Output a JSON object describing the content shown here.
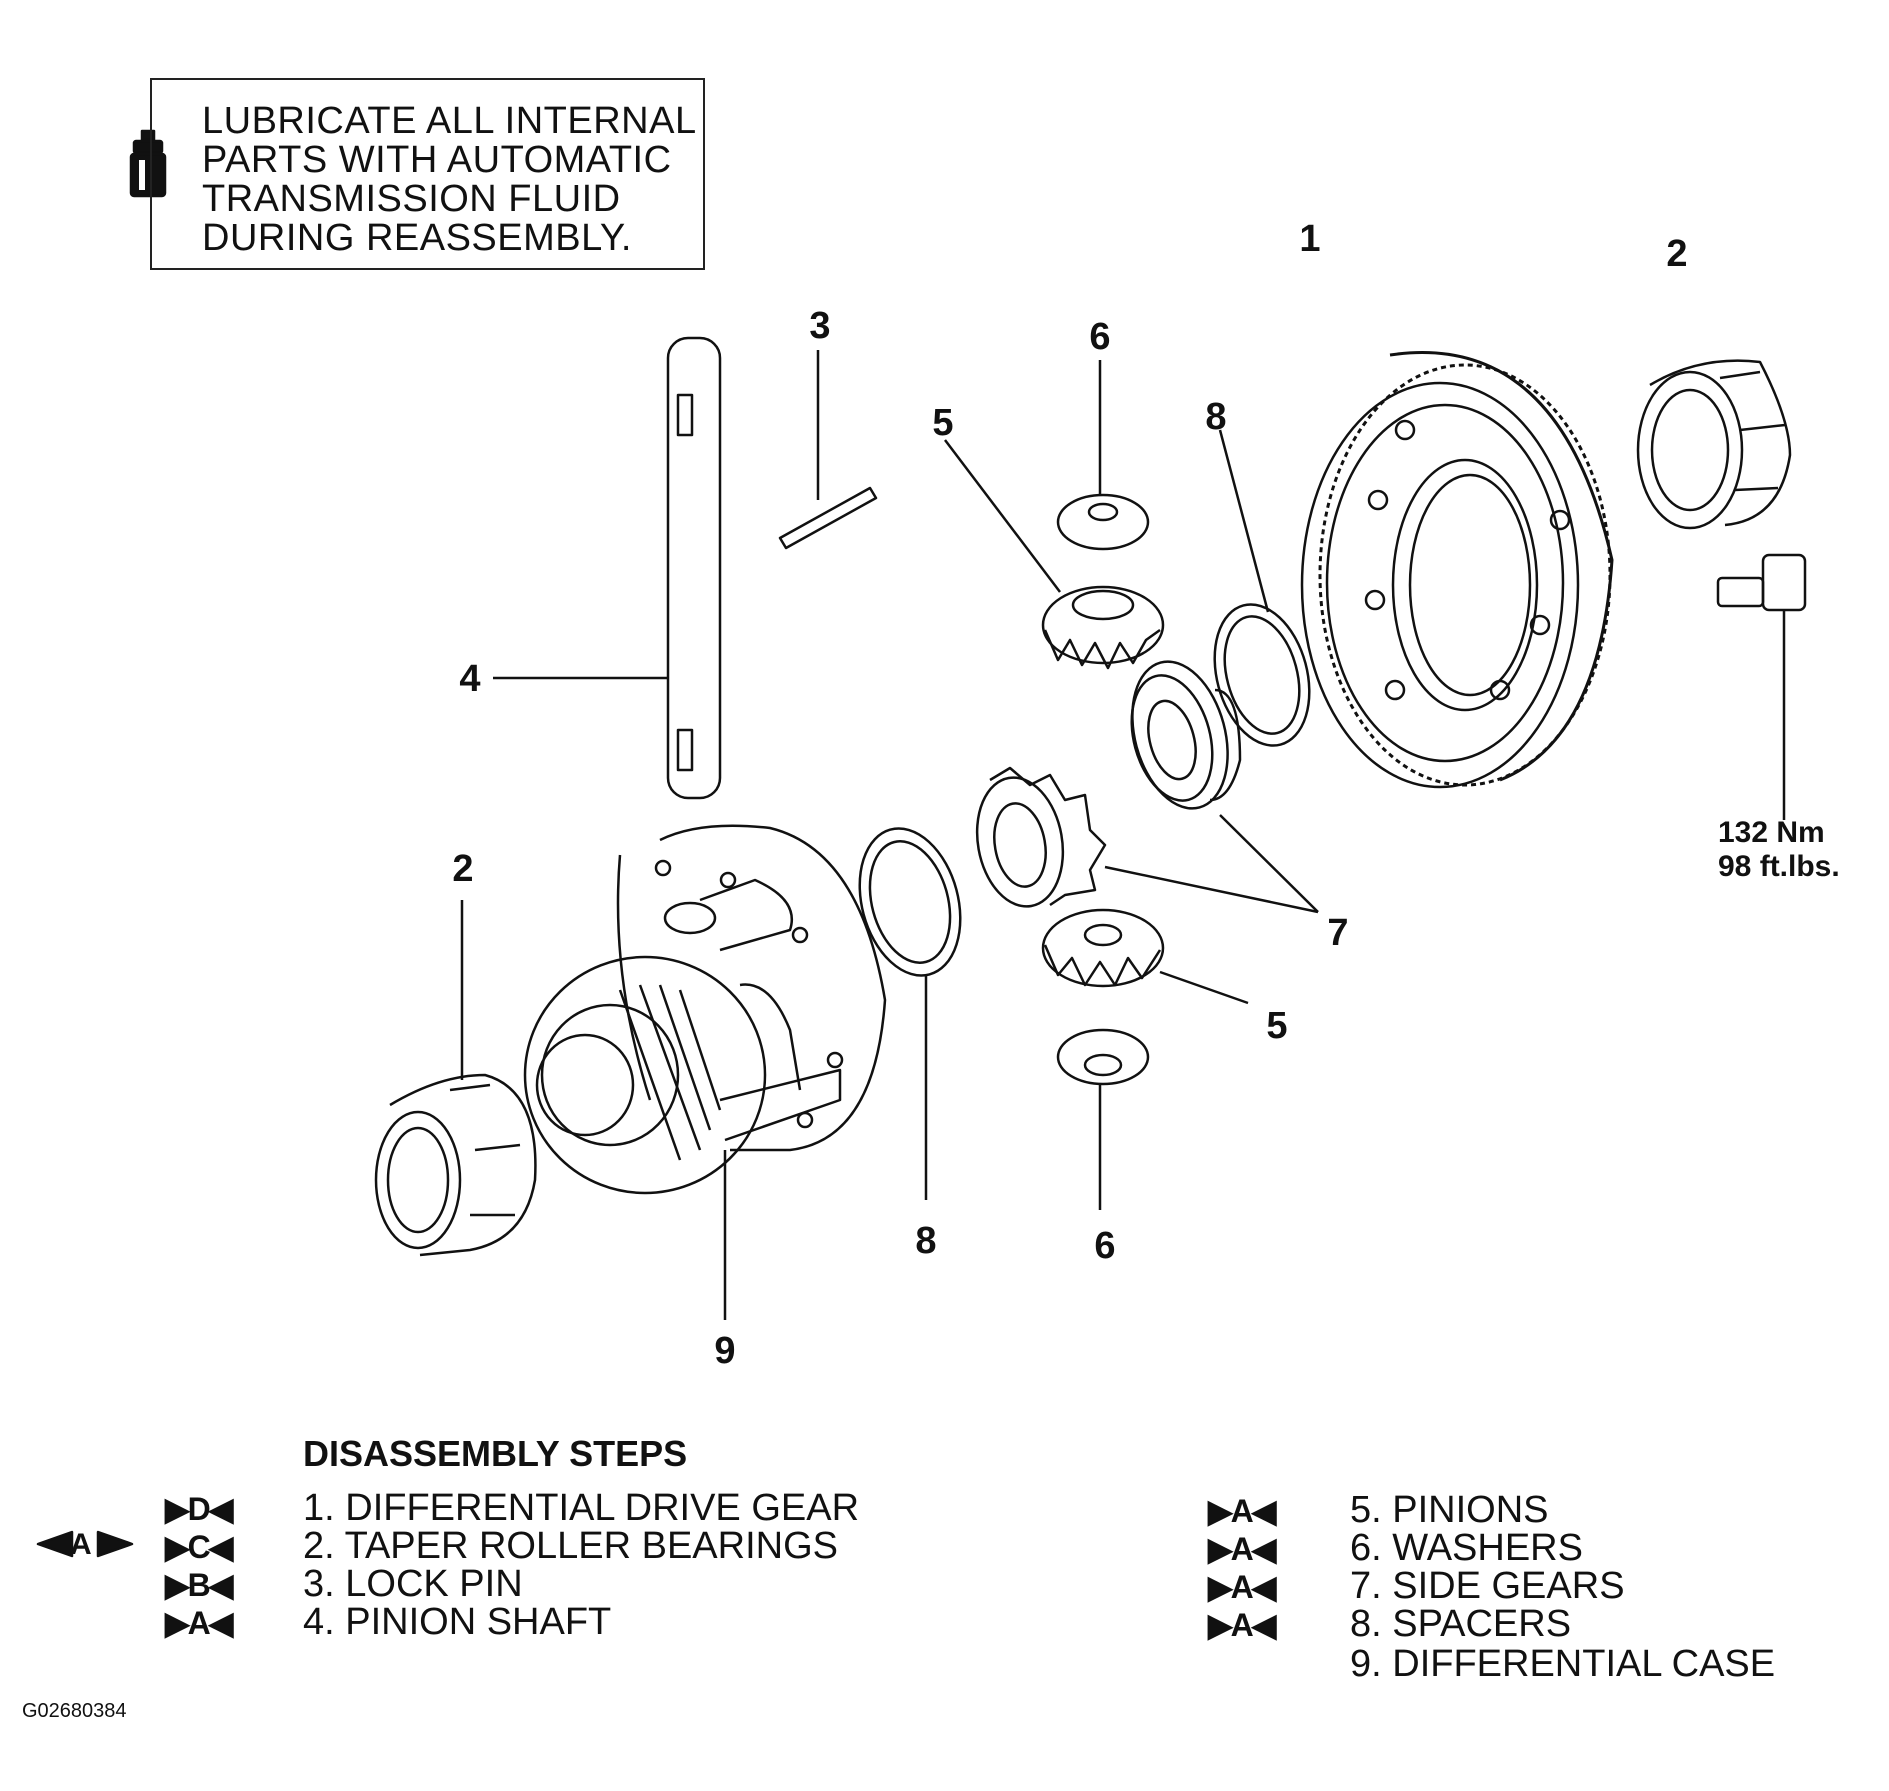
{
  "note": {
    "lines": [
      "LUBRICATE ALL INTERNAL",
      "PARTS WITH AUTOMATIC",
      "TRANSMISSION FLUID",
      "DURING REASSEMBLY."
    ],
    "icon": "oil-bottle-icon"
  },
  "callouts": {
    "drive_gear": "1",
    "bearing_right": "2",
    "lock_pin": "3",
    "pinion_shaft": "4",
    "pinion_top": "5",
    "washer_top": "6",
    "spacer_top": "8",
    "bearing_left": "2",
    "side_gears": "7",
    "pinion_bottom": "5",
    "spacer_bottom": "8",
    "washer_bottom": "6",
    "case": "9"
  },
  "torque": {
    "nm": "132 Nm",
    "ftlbs": "98 ft.lbs."
  },
  "steps": {
    "title": "DISASSEMBLY STEPS",
    "reassembly_marker": "◀A▶",
    "left": [
      {
        "badge": "▶D◀",
        "text": "1. DIFFERENTIAL DRIVE GEAR"
      },
      {
        "badge": "▶C◀",
        "text": "2. TAPER ROLLER BEARINGS"
      },
      {
        "badge": "▶B◀",
        "text": "3. LOCK PIN"
      },
      {
        "badge": "▶A◀",
        "text": "4. PINION SHAFT"
      }
    ],
    "right": [
      {
        "badge": "▶A◀",
        "text": "5. PINIONS"
      },
      {
        "badge": "▶A◀",
        "text": "6. WASHERS"
      },
      {
        "badge": "▶A◀",
        "text": "7. SIDE GEARS"
      },
      {
        "badge": "▶A◀",
        "text": "8. SPACERS"
      },
      {
        "badge": "",
        "text": "9. DIFFERENTIAL CASE"
      }
    ]
  },
  "figure_code": "G02680384",
  "colors": {
    "ink": "#111111",
    "paper": "#ffffff"
  }
}
